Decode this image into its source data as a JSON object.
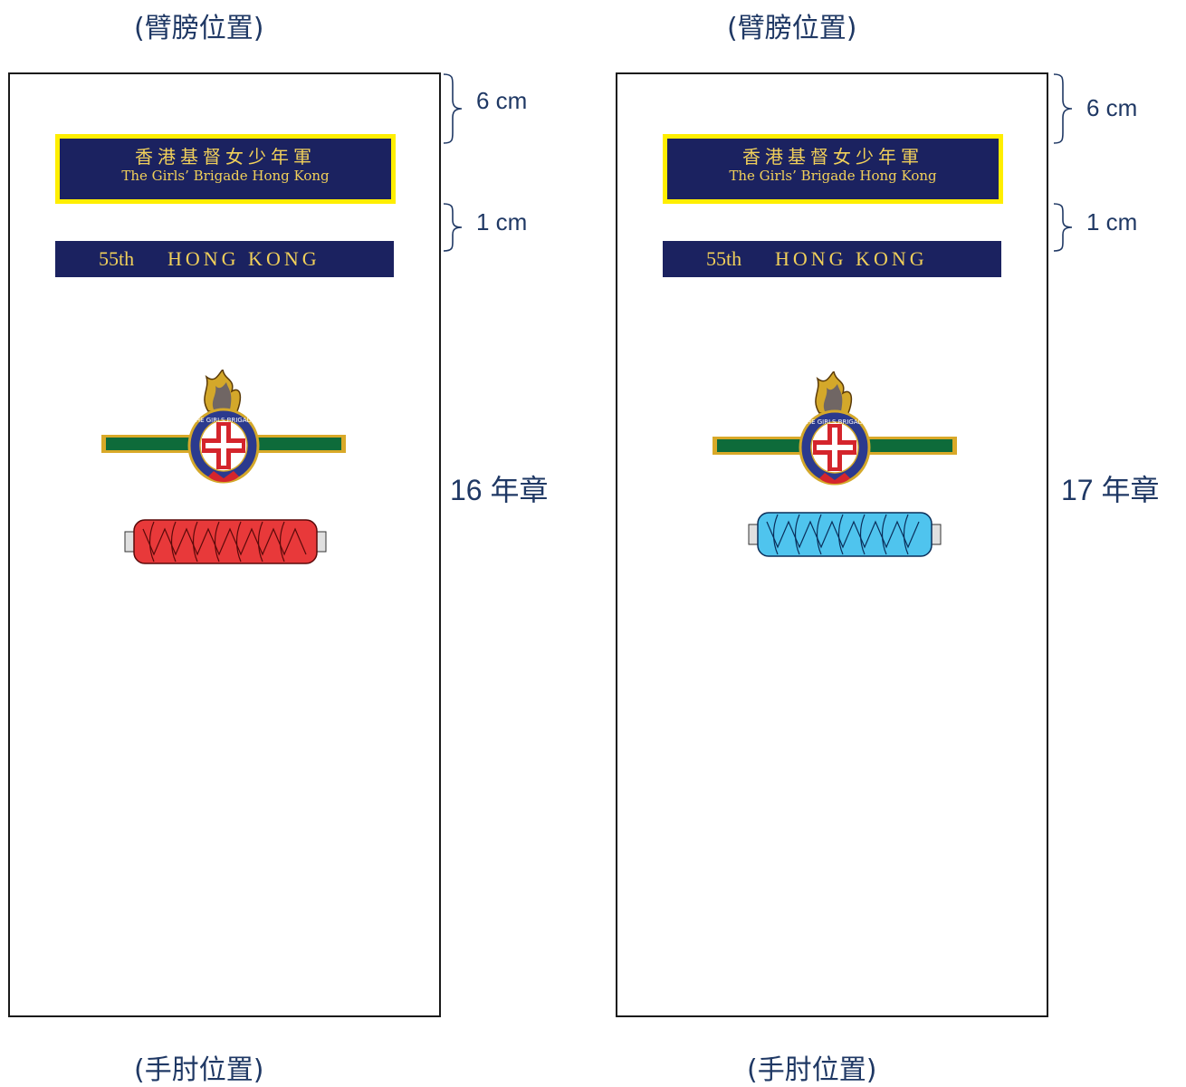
{
  "panels": [
    {
      "top_label": "(臂膀位置)",
      "bottom_label": "(手肘位置)",
      "name_tab": {
        "zh": "香港基督女少年軍",
        "en": "The Girls’ Brigade Hong Kong"
      },
      "company_tab": {
        "number": "55th",
        "place": "HONG KONG"
      },
      "dim_top": "6 cm",
      "dim_mid": "1 cm",
      "year_label": "16 年章",
      "bar_color": "#e8393a"
    },
    {
      "top_label": "(臂膀位置)",
      "bottom_label": "(手肘位置)",
      "name_tab": {
        "zh": "香港基督女少年軍",
        "en": "The Girls’ Brigade Hong Kong"
      },
      "company_tab": {
        "number": "55th",
        "place": "HONG KONG"
      },
      "dim_top": "6 cm",
      "dim_mid": "1 cm",
      "year_label": "17 年章",
      "bar_color": "#4fc4ee"
    }
  ],
  "badge": {
    "ring_text": "THE GIRLS BRIGADE"
  },
  "colors": {
    "navy": "#1b2260",
    "yellow_border": "#ffee00",
    "gold_text": "#f1d05a",
    "green_bar": "#0e6b3a",
    "label_blue": "#1f3864"
  }
}
